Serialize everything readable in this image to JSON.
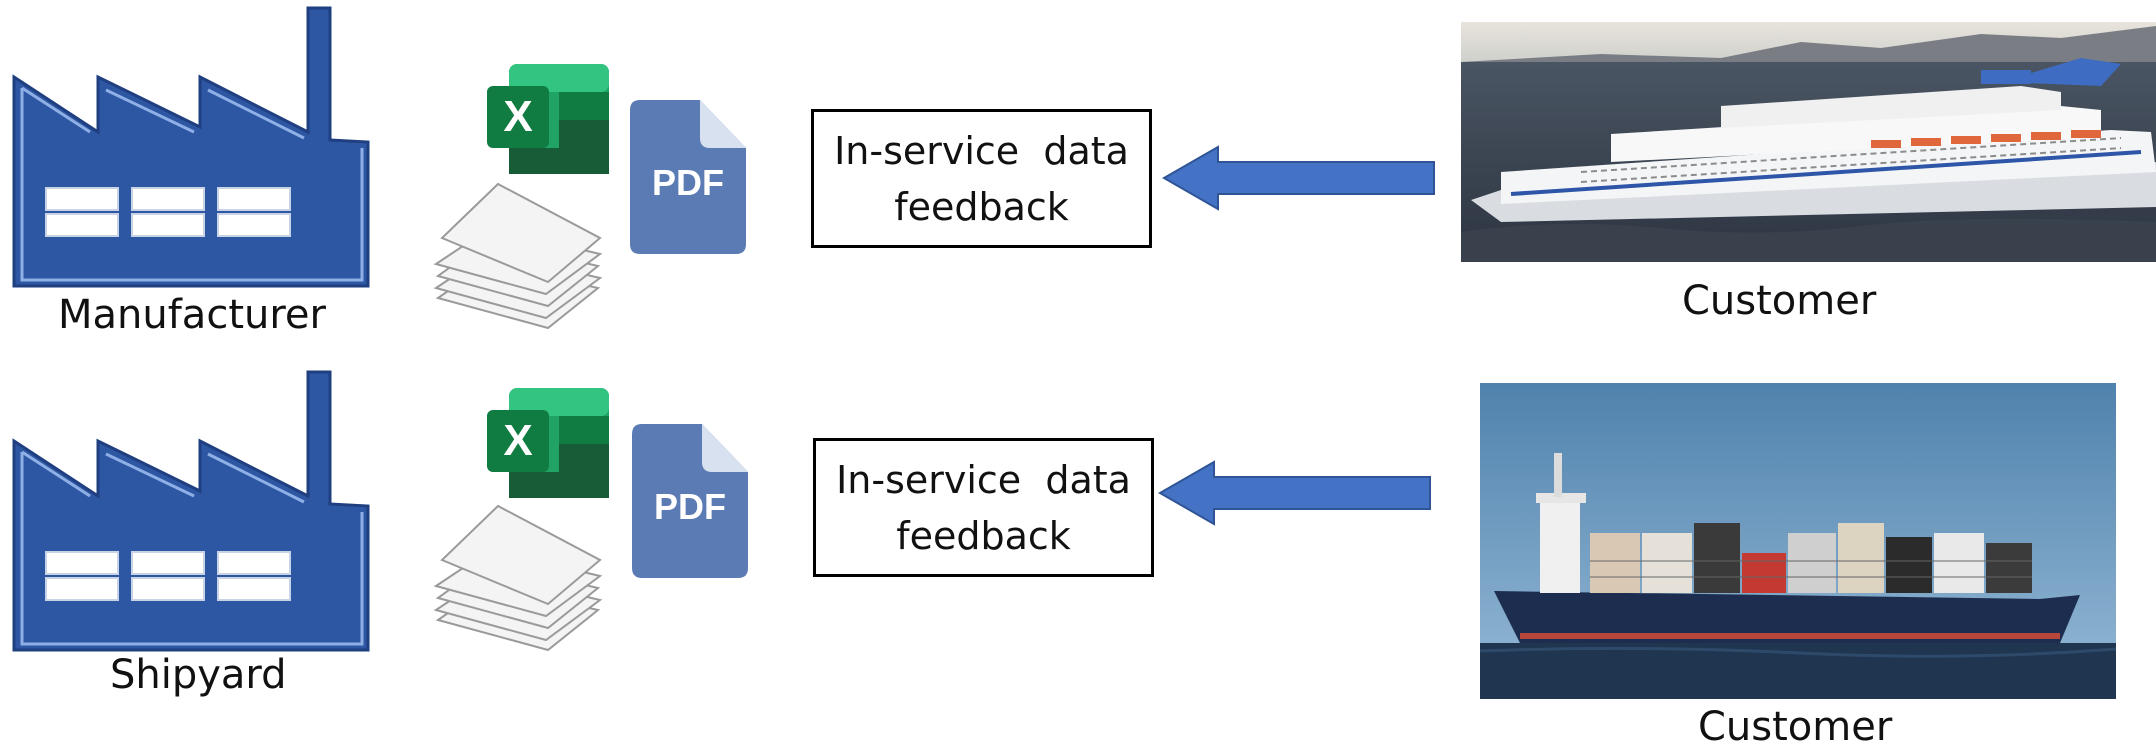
{
  "rows": [
    {
      "source_label": "Manufacturer",
      "feedback_line1": "In-service  data",
      "feedback_line2": "feedback",
      "doc_badge": "PDF",
      "excel_letter": "X",
      "customer_label": "Customer",
      "customer_image": "cruise-ship-photo"
    },
    {
      "source_label": "Shipyard",
      "feedback_line1": "In-service  data",
      "feedback_line2": "feedback",
      "doc_badge": "PDF",
      "excel_letter": "X",
      "customer_label": "Customer",
      "customer_image": "container-ship-photo"
    }
  ],
  "colors": {
    "factory": "#2e57a3",
    "arrow": "#4472c4",
    "pdf": "#5b7bb5",
    "excel": "#1d6f42"
  }
}
